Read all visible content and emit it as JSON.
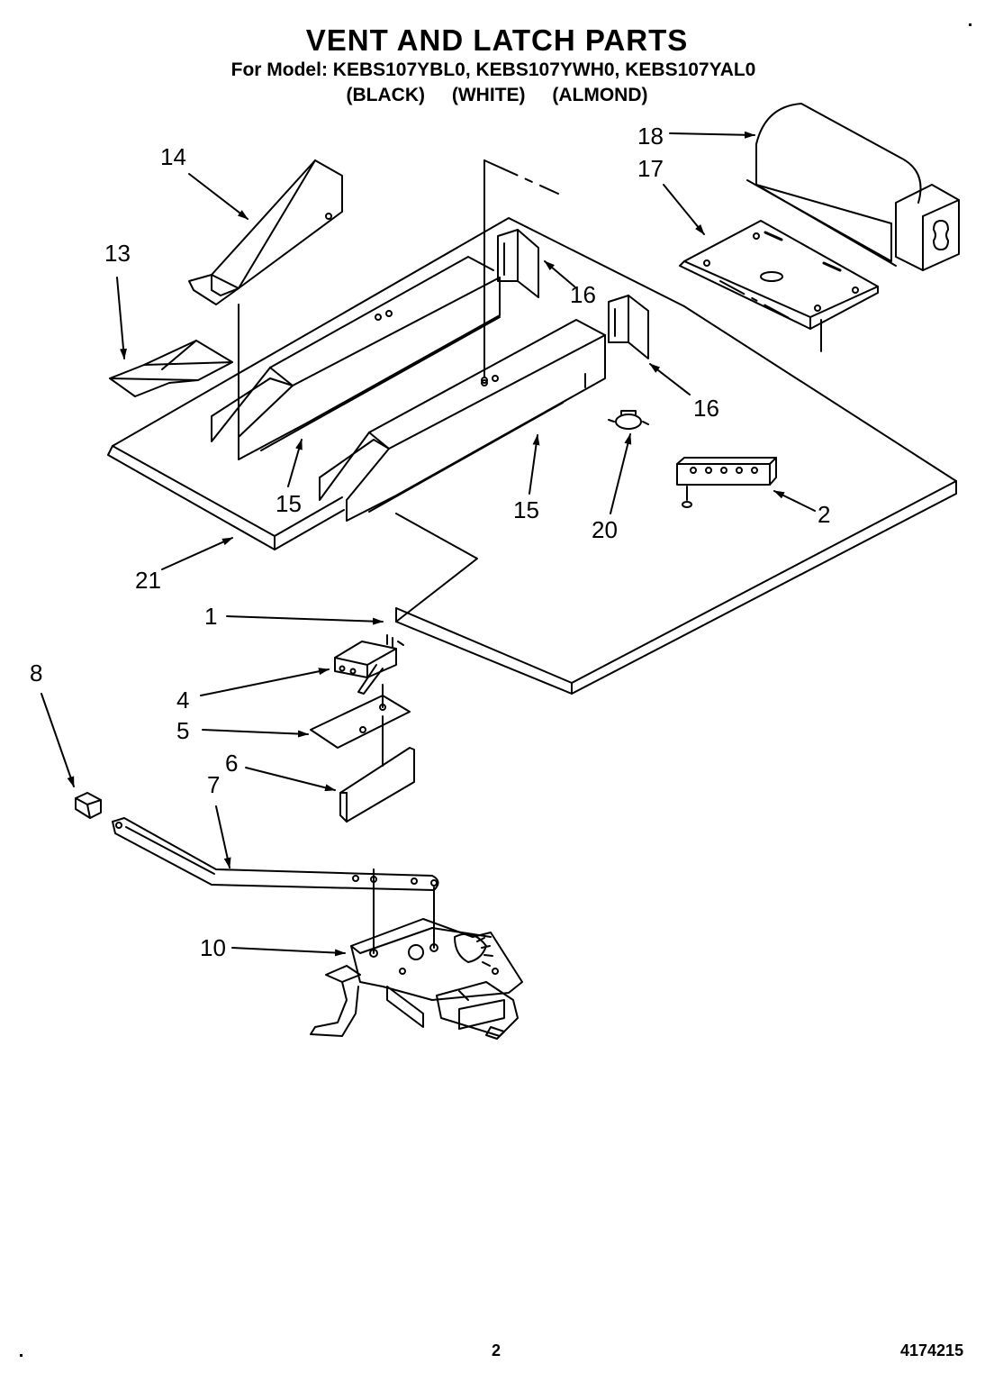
{
  "header": {
    "title": "VENT AND LATCH PARTS",
    "model_line": "For Model: KEBS107YBL0, KEBS107YWH0, KEBS107YAL0",
    "colors": [
      "(BLACK)",
      "(WHITE)",
      "(ALMOND)"
    ]
  },
  "callouts": [
    "1",
    "2",
    "4",
    "5",
    "6",
    "7",
    "8",
    "10",
    "13",
    "14",
    "15",
    "15",
    "16",
    "16",
    "17",
    "18",
    "20",
    "21"
  ],
  "footer": {
    "page_number": "2",
    "doc_number": "4174215"
  }
}
